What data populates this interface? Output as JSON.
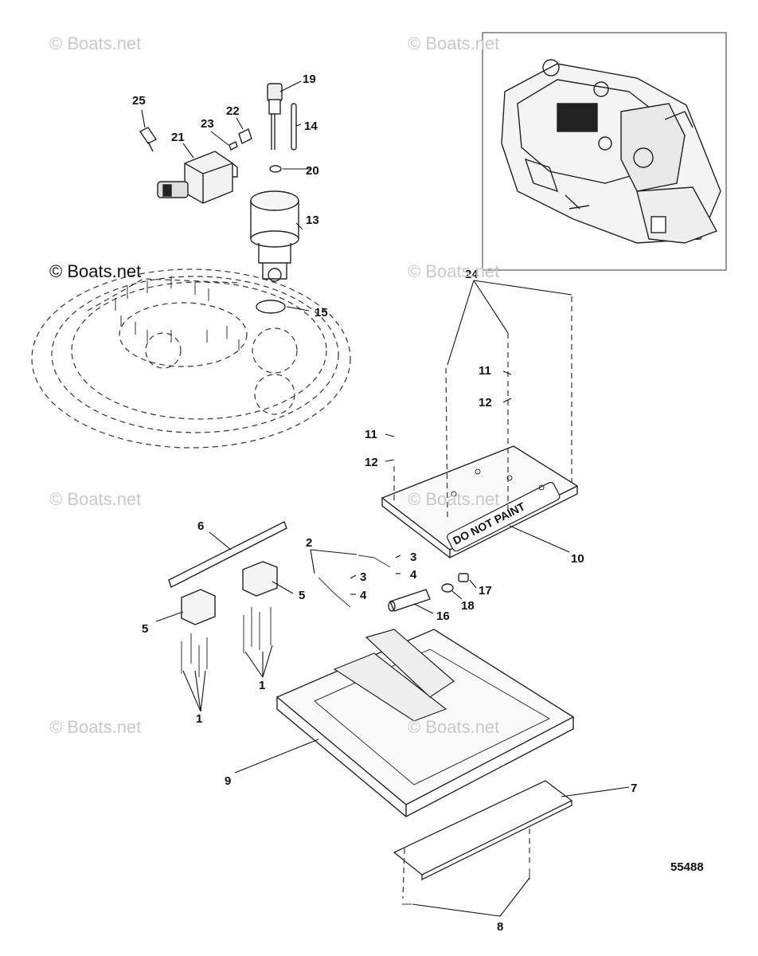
{
  "watermarks": [
    "© Boats.net",
    "© Boats.net",
    "© Boats.net",
    "© Boats.net",
    "© Boats.net",
    "© Boats.net",
    "© Boats.net",
    "© Boats.net"
  ],
  "callouts": {
    "c1a": "1",
    "c1b": "1",
    "c2": "2",
    "c3a": "3",
    "c3b": "3",
    "c4a": "4",
    "c4b": "4",
    "c5a": "5",
    "c5b": "5",
    "c6": "6",
    "c7": "7",
    "c8": "8",
    "c9": "9",
    "c10": "10",
    "c11a": "11",
    "c11b": "11",
    "c12a": "12",
    "c12b": "12",
    "c13": "13",
    "c14": "14",
    "c15": "15",
    "c16": "16",
    "c17": "17",
    "c18": "18",
    "c19": "19",
    "c20": "20",
    "c21": "21",
    "c22": "22",
    "c23": "23",
    "c24": "24",
    "c25": "25"
  },
  "plate_text": "DO NOT PAINT",
  "figure_number": "55488"
}
